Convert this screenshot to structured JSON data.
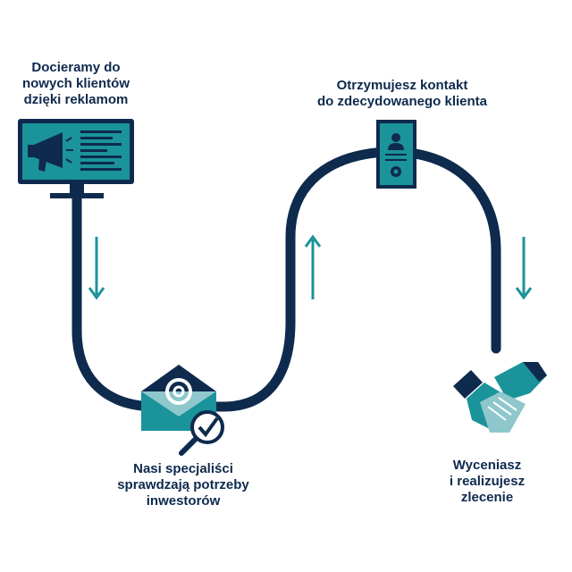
{
  "steps": [
    {
      "label": "Docieramy do\nnowych klientów\ndzięki reklamom",
      "icon": "monitor-megaphone-icon"
    },
    {
      "label": "Nasi specjaliści\nsprawdzają potrzeby\ninwestorów",
      "icon": "email-check-icon"
    },
    {
      "label": "Otrzymujesz kontakt\ndo zdecydowanego klienta",
      "icon": "phone-contact-icon"
    },
    {
      "label": "Wyceniasz\ni realizujesz\nzlecenie",
      "icon": "handshake-icon"
    }
  ],
  "colors": {
    "navy": "#0e2a4d",
    "teal": "#1b939a",
    "light_teal": "#8ec7cc",
    "text": "#0e2a4d"
  }
}
